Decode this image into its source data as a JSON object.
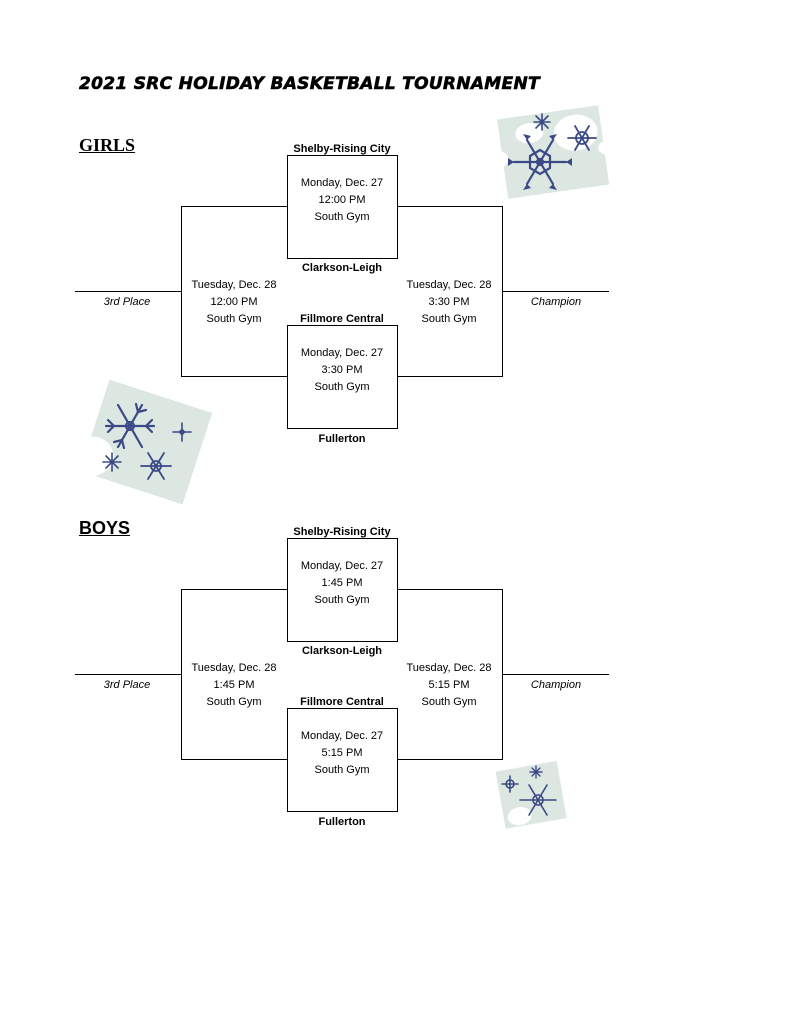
{
  "title": "2021 SRC HOLIDAY BASKETBALL TOURNAMENT",
  "brackets": [
    {
      "heading": "GIRLS",
      "team_top": "Shelby-Rising City",
      "team_2": "Clarkson-Leigh",
      "team_3": "Fillmore Central",
      "team_bottom": "Fullerton",
      "game1": {
        "day": "Monday, Dec. 27",
        "time": "12:00 PM",
        "place": "South Gym"
      },
      "game2": {
        "day": "Monday, Dec. 27",
        "time": "3:30 PM",
        "place": "South Gym"
      },
      "consolation": {
        "day": "Tuesday, Dec. 28",
        "time": "12:00 PM",
        "place": "South Gym"
      },
      "final": {
        "day": "Tuesday, Dec. 28",
        "time": "3:30 PM",
        "place": "South Gym"
      },
      "left_label": "3rd Place",
      "right_label": "Champion"
    },
    {
      "heading": "BOYS",
      "team_top": "Shelby-Rising City",
      "team_2": "Clarkson-Leigh",
      "team_3": "Fillmore Central",
      "team_bottom": "Fullerton",
      "game1": {
        "day": "Monday, Dec. 27",
        "time": "1:45 PM",
        "place": "South Gym"
      },
      "game2": {
        "day": "Monday, Dec. 27",
        "time": "5:15 PM",
        "place": "South Gym"
      },
      "consolation": {
        "day": "Tuesday, Dec. 28",
        "time": "1:45 PM",
        "place": "South Gym"
      },
      "final": {
        "day": "Tuesday, Dec. 28",
        "time": "5:15 PM",
        "place": "South Gym"
      },
      "left_label": "3rd Place",
      "right_label": "Champion"
    }
  ],
  "decorations": [
    "snowflake-icon",
    "snowflake-icon",
    "snowflake-icon"
  ],
  "colors": {
    "snowflake": "#3b4a86",
    "card": "#dde7e2"
  }
}
